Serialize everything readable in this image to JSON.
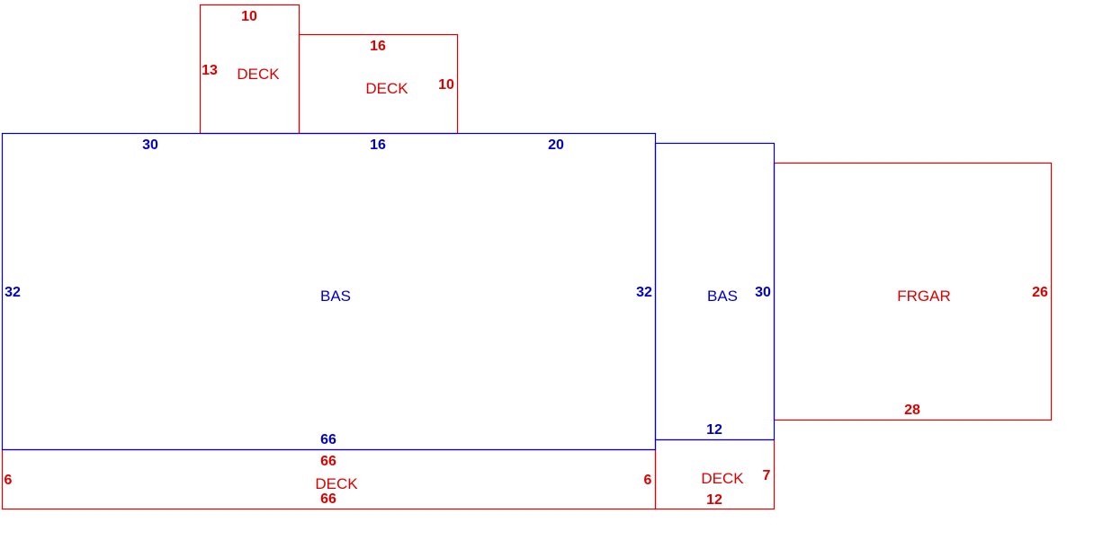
{
  "colors": {
    "living": "#0000cc",
    "other": "#dd0000",
    "background": "#ffffff"
  },
  "sketch": {
    "areas": {
      "deck_north_small": {
        "label": "DECK",
        "dims": {
          "top": "10",
          "left": "13"
        }
      },
      "deck_north_large": {
        "label": "DECK",
        "dims": {
          "top": "16",
          "right": "10"
        }
      },
      "bas_main": {
        "label": "BAS",
        "dims": {
          "top_a": "30",
          "top_b": "16",
          "top_c": "20",
          "left": "32",
          "right": "32",
          "bottom": "66"
        }
      },
      "bas_east": {
        "label": "BAS",
        "dims": {
          "right": "30",
          "bottom": "12"
        }
      },
      "frgar": {
        "label": "FRGAR",
        "dims": {
          "right": "26",
          "bottom": "28"
        }
      },
      "deck_south": {
        "label": "DECK",
        "dims": {
          "top": "66",
          "bottom": "66",
          "left": "6",
          "right": "6"
        }
      },
      "deck_southeast": {
        "label": "DECK",
        "dims": {
          "right": "7",
          "bottom": "12"
        }
      }
    }
  }
}
